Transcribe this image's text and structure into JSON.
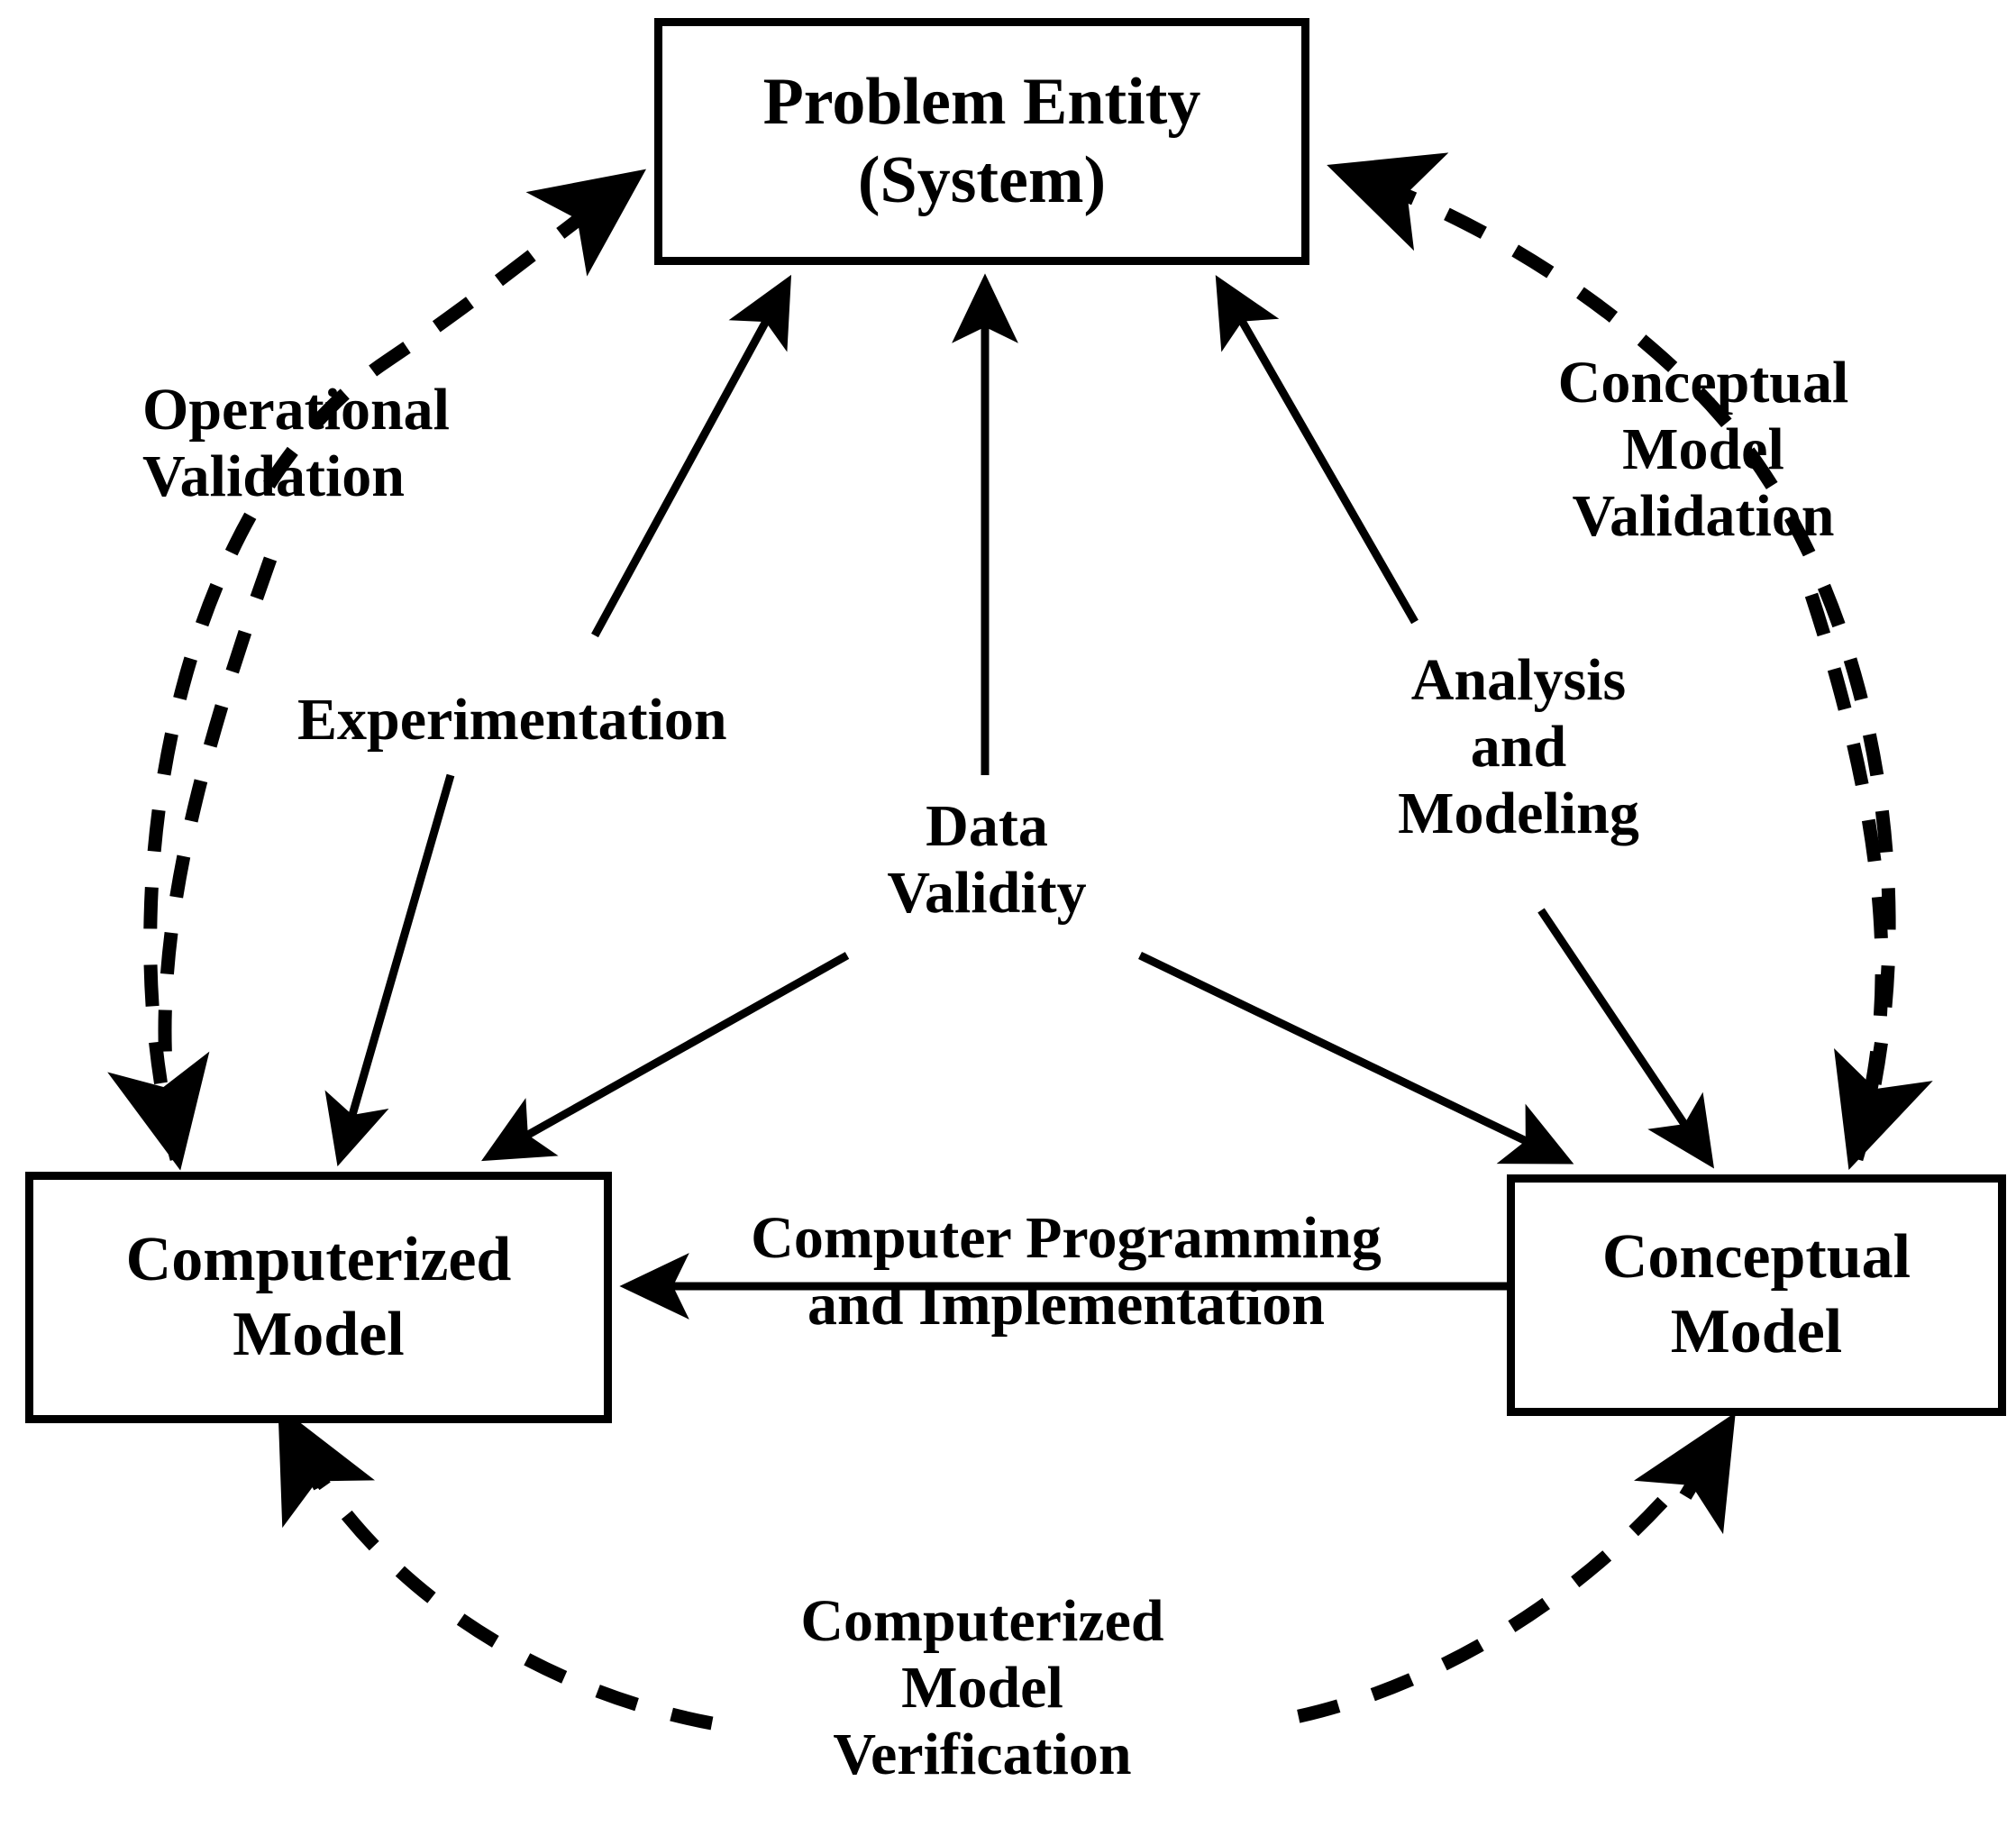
{
  "diagram": {
    "title": "Simulation Model Verification and Validation",
    "background_color": "#ffffff",
    "line_color": "#000000",
    "nodes": [
      {
        "id": "problem-entity",
        "label": "Problem Entity\n(System)"
      },
      {
        "id": "computerized-model",
        "label": "Computerized\nModel"
      },
      {
        "id": "conceptual-model",
        "label": "Conceptual\nModel"
      }
    ],
    "edge_labels": [
      {
        "id": "operational-validation",
        "label": "Operational\nValidation",
        "style": "dashed",
        "align": "left"
      },
      {
        "id": "conceptual-model-validation",
        "label": "Conceptual\nModel\nValidation",
        "style": "dashed",
        "align": "center"
      },
      {
        "id": "experimentation",
        "label": "Experimentation",
        "style": "solid",
        "align": "left"
      },
      {
        "id": "data-validity",
        "label": "Data\nValidity",
        "style": "solid",
        "align": "center"
      },
      {
        "id": "analysis-and-modeling",
        "label": "Analysis\nand\nModeling",
        "style": "solid",
        "align": "center"
      },
      {
        "id": "computer-programming",
        "label": "Computer Programming\nand Implementation",
        "style": "solid",
        "align": "center"
      },
      {
        "id": "computerized-model-verification",
        "label": "Computerized\nModel\nVerification",
        "style": "dashed",
        "align": "center"
      }
    ],
    "connections": [
      {
        "from": "computerized-model",
        "to": "problem-entity",
        "via": "operational-validation",
        "style": "dashed",
        "direction": "up"
      },
      {
        "from": "conceptual-model",
        "to": "problem-entity",
        "via": "conceptual-model-validation",
        "style": "dashed",
        "direction": "up"
      },
      {
        "from": "conceptual-model",
        "to": "computerized-model",
        "via": "computerized-model-verification",
        "style": "dashed",
        "direction": "left"
      },
      {
        "from": "computerized-model",
        "to": "problem-entity",
        "via": "experimentation",
        "style": "solid",
        "direction": "up"
      },
      {
        "from": "problem-entity",
        "to": "computerized-model",
        "via": "experimentation",
        "style": "solid",
        "direction": "down"
      },
      {
        "from": "problem-entity",
        "to": "computerized-model",
        "via": "data-validity",
        "style": "solid",
        "direction": "down"
      },
      {
        "from": "problem-entity",
        "to": "conceptual-model",
        "via": "data-validity",
        "style": "solid",
        "direction": "down"
      },
      {
        "from": "conceptual-model",
        "to": "problem-entity",
        "via": "analysis-and-modeling",
        "style": "solid",
        "direction": "up"
      },
      {
        "from": "problem-entity",
        "to": "conceptual-model",
        "via": "analysis-and-modeling",
        "style": "solid",
        "direction": "down"
      },
      {
        "from": "conceptual-model",
        "to": "computerized-model",
        "via": "computer-programming",
        "style": "solid",
        "direction": "left"
      }
    ]
  }
}
